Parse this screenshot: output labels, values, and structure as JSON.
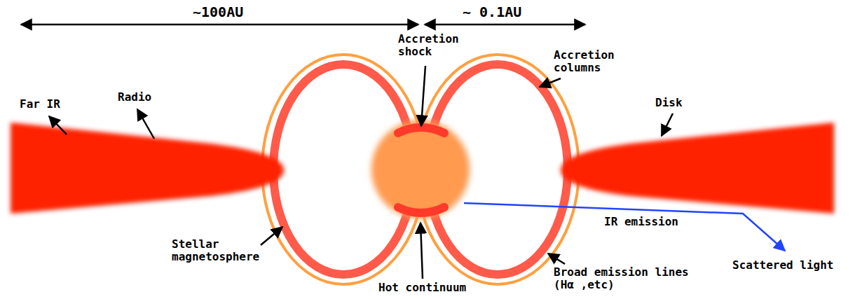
{
  "diagram": {
    "labels": [
      "~100AU",
      "~ 0.1AU",
      "Far IR",
      "Radio",
      "Accretion shock",
      "Accretion columns",
      "Disk",
      "Stellar magnetosphere",
      "IR emission",
      "Scattered light",
      "Hot continuum",
      "Broad emission lines (Hα ,etc)"
    ]
  }
}
